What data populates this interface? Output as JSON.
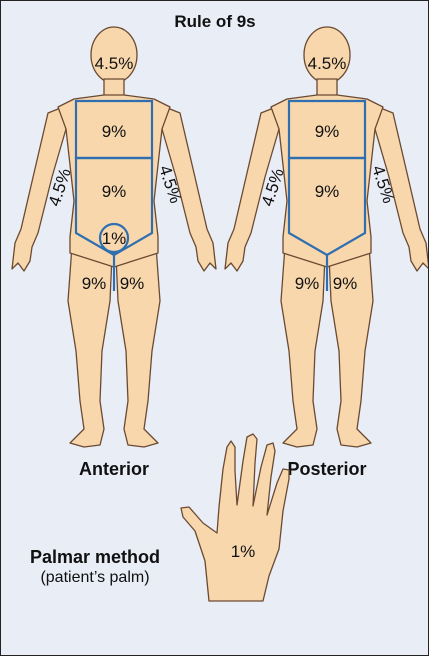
{
  "title": "Rule of 9s",
  "anterior": {
    "view_label": "Anterior",
    "head_pct": "4.5%",
    "chest_pct": "9%",
    "abdomen_pct": "9%",
    "left_arm_pct": "4.5%",
    "right_arm_pct": "4.5%",
    "genital_pct": "1%",
    "left_leg_pct": "9%",
    "right_leg_pct": "9%"
  },
  "posterior": {
    "view_label": "Posterior",
    "head_pct": "4.5%",
    "upper_back_pct": "9%",
    "lower_back_pct": "9%",
    "left_arm_pct": "4.5%",
    "right_arm_pct": "4.5%",
    "left_leg_pct": "9%",
    "right_leg_pct": "9%"
  },
  "palmar": {
    "title": "Palmar method",
    "subtitle": "(patient’s palm)",
    "pct": "1%"
  },
  "colors": {
    "background": "#e9edf6",
    "skin": "#f8d7ad",
    "outline": "#6b4a32",
    "region_lines": "#2f6fb0"
  }
}
